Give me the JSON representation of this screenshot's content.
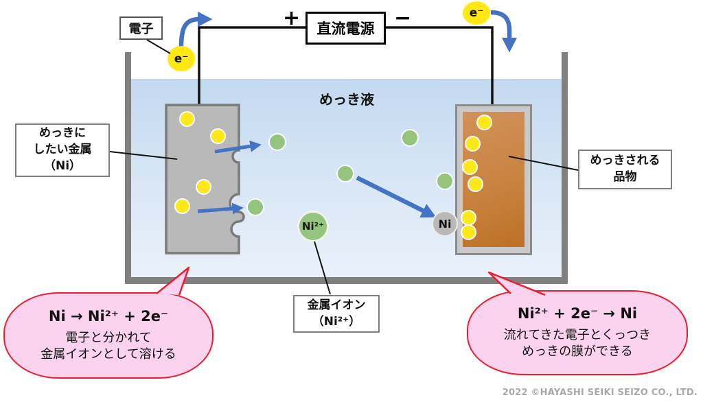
{
  "circuit": {
    "electron_label": "電子",
    "electron_symbol": "e⁻",
    "plus": "+",
    "minus": "−",
    "power_supply_label": "直流電源"
  },
  "bath": {
    "solution_label": "めっき液",
    "anode_label": [
      "めっきに",
      "したい金属",
      "（Ni）"
    ],
    "cathode_label": [
      "めっきされる",
      "品物"
    ],
    "ion_symbol": "Ni²⁺",
    "deposited_atom_symbol": "Ni",
    "metal_ion_label": [
      "金属イオン",
      "（Ni²⁺）"
    ]
  },
  "callouts": {
    "anode": {
      "formula": "Ni → Ni²⁺ + 2e⁻",
      "line1": "電子と分かれて",
      "line2": "金属イオンとして溶ける"
    },
    "cathode": {
      "formula": "Ni²⁺ + 2e⁻ → Ni",
      "line1": "流れてきた電子とくっつき",
      "line2": "めっきの膜ができる"
    }
  },
  "footer": {
    "copyright": "2022 ©HAYASHI SEIKI SEIZO CO., LTD."
  },
  "colors": {
    "arrow_blue": "#4472c4",
    "wire_black": "#111111",
    "electron_yellow": "#ffe81a",
    "ion_green": "#94c47d",
    "anode_gray": "#b9b9b9",
    "cathode_orange": "#c98340",
    "tank_gray": "#808080",
    "bubble_pink": "#fbd3ef",
    "bubble_border_red": "#ed1c2e"
  }
}
